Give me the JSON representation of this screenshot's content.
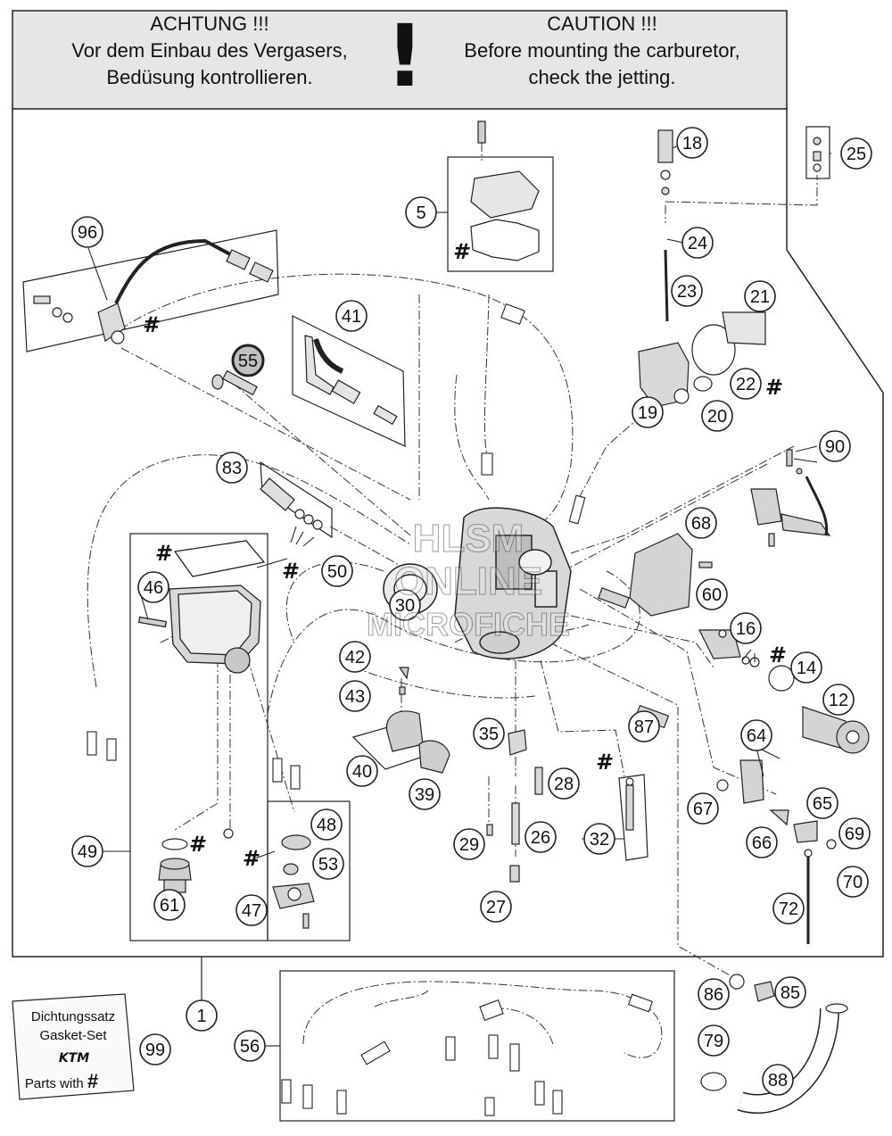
{
  "header": {
    "de_title": "ACHTUNG !!!",
    "de_line1": "Vor dem Einbau des Vergasers,",
    "de_line2": "Bedüsung kontrollieren.",
    "exclaim": "!",
    "en_title": "CAUTION !!!",
    "en_line1": "Before mounting the carburetor,",
    "en_line2": "check the jetting."
  },
  "watermark": {
    "line1": "HLSM",
    "line2": "ONLINE",
    "line3": "MICROFICHE"
  },
  "gasket_box": {
    "line1": "Dichtungssatz",
    "line2": "Gasket-Set",
    "logo": "KTM",
    "line3": "Parts with",
    "symbol": "#"
  },
  "parts": [
    {
      "n": "1"
    },
    {
      "n": "5"
    },
    {
      "n": "12"
    },
    {
      "n": "14"
    },
    {
      "n": "16"
    },
    {
      "n": "18"
    },
    {
      "n": "19"
    },
    {
      "n": "20"
    },
    {
      "n": "21"
    },
    {
      "n": "22"
    },
    {
      "n": "23"
    },
    {
      "n": "24"
    },
    {
      "n": "25"
    },
    {
      "n": "26"
    },
    {
      "n": "27"
    },
    {
      "n": "28"
    },
    {
      "n": "29"
    },
    {
      "n": "30"
    },
    {
      "n": "32"
    },
    {
      "n": "35"
    },
    {
      "n": "39"
    },
    {
      "n": "40"
    },
    {
      "n": "41"
    },
    {
      "n": "42"
    },
    {
      "n": "43"
    },
    {
      "n": "46"
    },
    {
      "n": "47"
    },
    {
      "n": "48"
    },
    {
      "n": "49"
    },
    {
      "n": "50"
    },
    {
      "n": "53"
    },
    {
      "n": "55"
    },
    {
      "n": "56"
    },
    {
      "n": "60"
    },
    {
      "n": "61"
    },
    {
      "n": "64"
    },
    {
      "n": "65"
    },
    {
      "n": "66"
    },
    {
      "n": "67"
    },
    {
      "n": "68"
    },
    {
      "n": "69"
    },
    {
      "n": "70"
    },
    {
      "n": "72"
    },
    {
      "n": "79"
    },
    {
      "n": "83"
    },
    {
      "n": "85"
    },
    {
      "n": "86"
    },
    {
      "n": "87"
    },
    {
      "n": "88"
    },
    {
      "n": "90"
    },
    {
      "n": "96"
    },
    {
      "n": "99"
    }
  ],
  "gasket_marks": {
    "symbol": "#"
  },
  "colors": {
    "header_bg": "#e6e6e6",
    "line": "#222222",
    "part_fill": "#d8d8d8",
    "bold_label_fill": "#bfbfbf"
  }
}
